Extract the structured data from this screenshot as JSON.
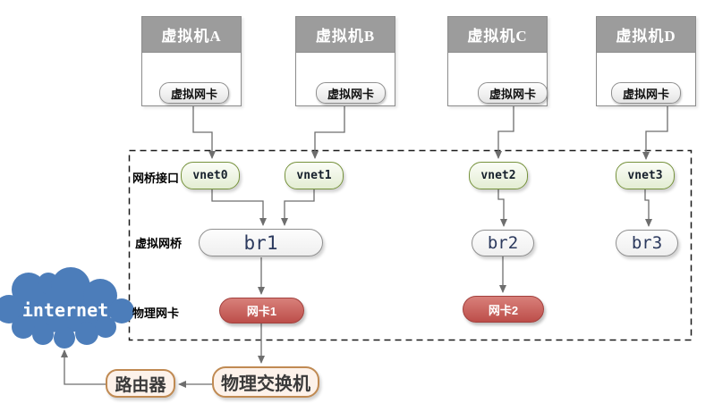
{
  "colors": {
    "vm_header_gray": "#9c9c9c",
    "vnet_border_green": "#76923c",
    "vnet_fill": "#eaf1dd",
    "bridge_fill": "#f5f5f5",
    "phys_nic_red": "#c0504d",
    "cloud_blue": "#4c7dba",
    "peripheral_border_tan": "#c08a52",
    "peripheral_fill": "#fdf2ea",
    "arrow_gray": "#6e6e6e",
    "dashed_border": "#1a1a1a"
  },
  "vms": [
    {
      "title": "虚拟机A",
      "nic_label": "虚拟网卡"
    },
    {
      "title": "虚拟机B",
      "nic_label": "虚拟网卡"
    },
    {
      "title": "虚拟机C",
      "nic_label": "虚拟网卡"
    },
    {
      "title": "虚拟机D",
      "nic_label": "虚拟网卡"
    }
  ],
  "row_labels": {
    "bridge_port": "网桥接口",
    "virtual_bridge": "虚拟网桥",
    "physical_nic": "物理网卡"
  },
  "vnets": [
    {
      "label": "vnet0"
    },
    {
      "label": "vnet1"
    },
    {
      "label": "vnet2"
    },
    {
      "label": "vnet3"
    }
  ],
  "bridges": [
    {
      "label": "br1"
    },
    {
      "label": "br2"
    },
    {
      "label": "br3"
    }
  ],
  "phys_nics": [
    {
      "label": "网卡1"
    },
    {
      "label": "网卡2"
    }
  ],
  "cloud": {
    "label": "internet"
  },
  "router": {
    "label": "路由器"
  },
  "switch": {
    "label": "物理交换机"
  }
}
